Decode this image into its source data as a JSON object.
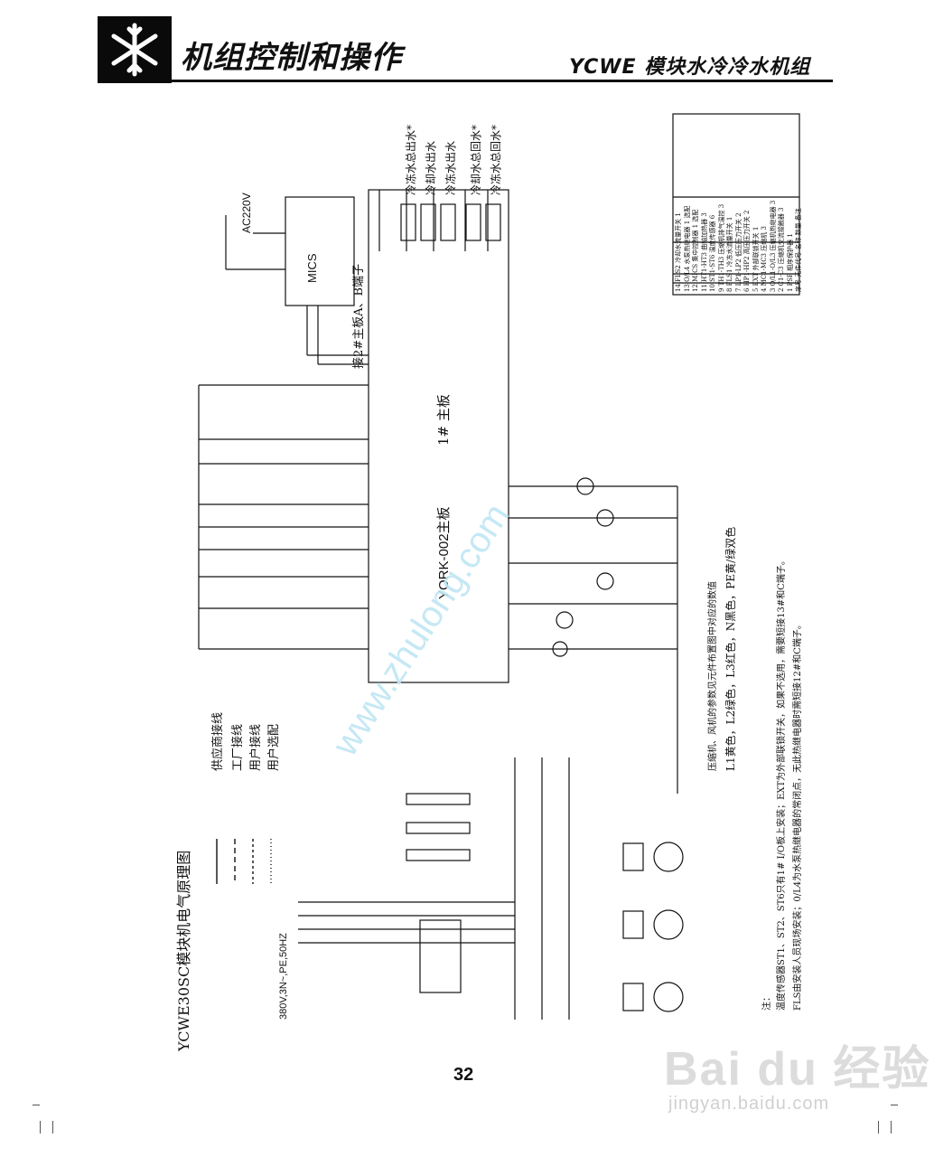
{
  "header": {
    "title_left": "机组控制和操作",
    "title_right": "YCWE 模块水冷冷水机组"
  },
  "diagram": {
    "title": "YCWE30SC模块机电气原理图",
    "legend": [
      "供应商接线",
      "工厂接线",
      "用户接线",
      "用户选配"
    ],
    "board_1": "1# 主板",
    "board_model": "YORK-002主板",
    "board_2_terminal": "接2#主板A、B端子",
    "mics": "MICS",
    "ac_supply": "AC220V",
    "power_supply": "380V,3N~,PE,50HZ",
    "sensor_labels": [
      "冷冻水总出水*",
      "冷却水出水",
      "冷冻水出水",
      "冷却水总回水*",
      "冷冻水总回水*"
    ],
    "notes": {
      "head": "注：",
      "lines": [
        "温度传感器ST1、ST2、ST6只有1# I/O板上安装；EXT为外部联锁开关，如果不选用，需要短接13#和C端子。",
        "FLS由安装人员现场安装；0/L4为水泵热继电器的常闭点，无此热继电器时需短接12#和C端子。"
      ],
      "wire_colors": "L1黄色，L2绿色，L3红色，N黑色，PE黄/绿双色",
      "compressor_note": "压缩机、风机的参数见元件布置图中对应的数值"
    },
    "parts_table": {
      "header": [
        "序号",
        "元件代号",
        "名称",
        "数量",
        "备注"
      ],
      "rows": [
        [
          "1",
          "PSP",
          "相序保护器",
          "1",
          ""
        ],
        [
          "2",
          "C1-C3",
          "压缩机交流接触器",
          "3",
          ""
        ],
        [
          "3",
          "O/L1-O/L3",
          "压缩机热继电器",
          "3",
          ""
        ],
        [
          "4",
          "MC1-MC3",
          "压缩机",
          "3",
          ""
        ],
        [
          "5",
          "EXT",
          "外部联锁开关",
          "1",
          ""
        ],
        [
          "6",
          "HP1-HP2",
          "高压压力开关",
          "2",
          ""
        ],
        [
          "7",
          "LP1-LP2",
          "低压压力开关",
          "2",
          ""
        ],
        [
          "8",
          "FLS1",
          "冷冻水流量开关",
          "1",
          ""
        ],
        [
          "9",
          "TH1-TH3",
          "压缩机排气温控",
          "3",
          ""
        ],
        [
          "10",
          "ST1-ST6",
          "温度传感器",
          "6",
          ""
        ],
        [
          "11",
          "HT1-HT3",
          "曲轴加热器",
          "3",
          ""
        ],
        [
          "12",
          "MICS",
          "集中控制器",
          "1",
          "选配"
        ],
        [
          "13",
          "O/L4",
          "水泵热继电器",
          "1",
          "选配"
        ],
        [
          "14",
          "FLS2",
          "冷却水流量开关",
          "1",
          ""
        ]
      ]
    }
  },
  "page_number": "32",
  "watermark": {
    "main": "Bai du 经验",
    "sub": "jingyan.baidu.com",
    "diagonal": "www.zhulong.com"
  }
}
